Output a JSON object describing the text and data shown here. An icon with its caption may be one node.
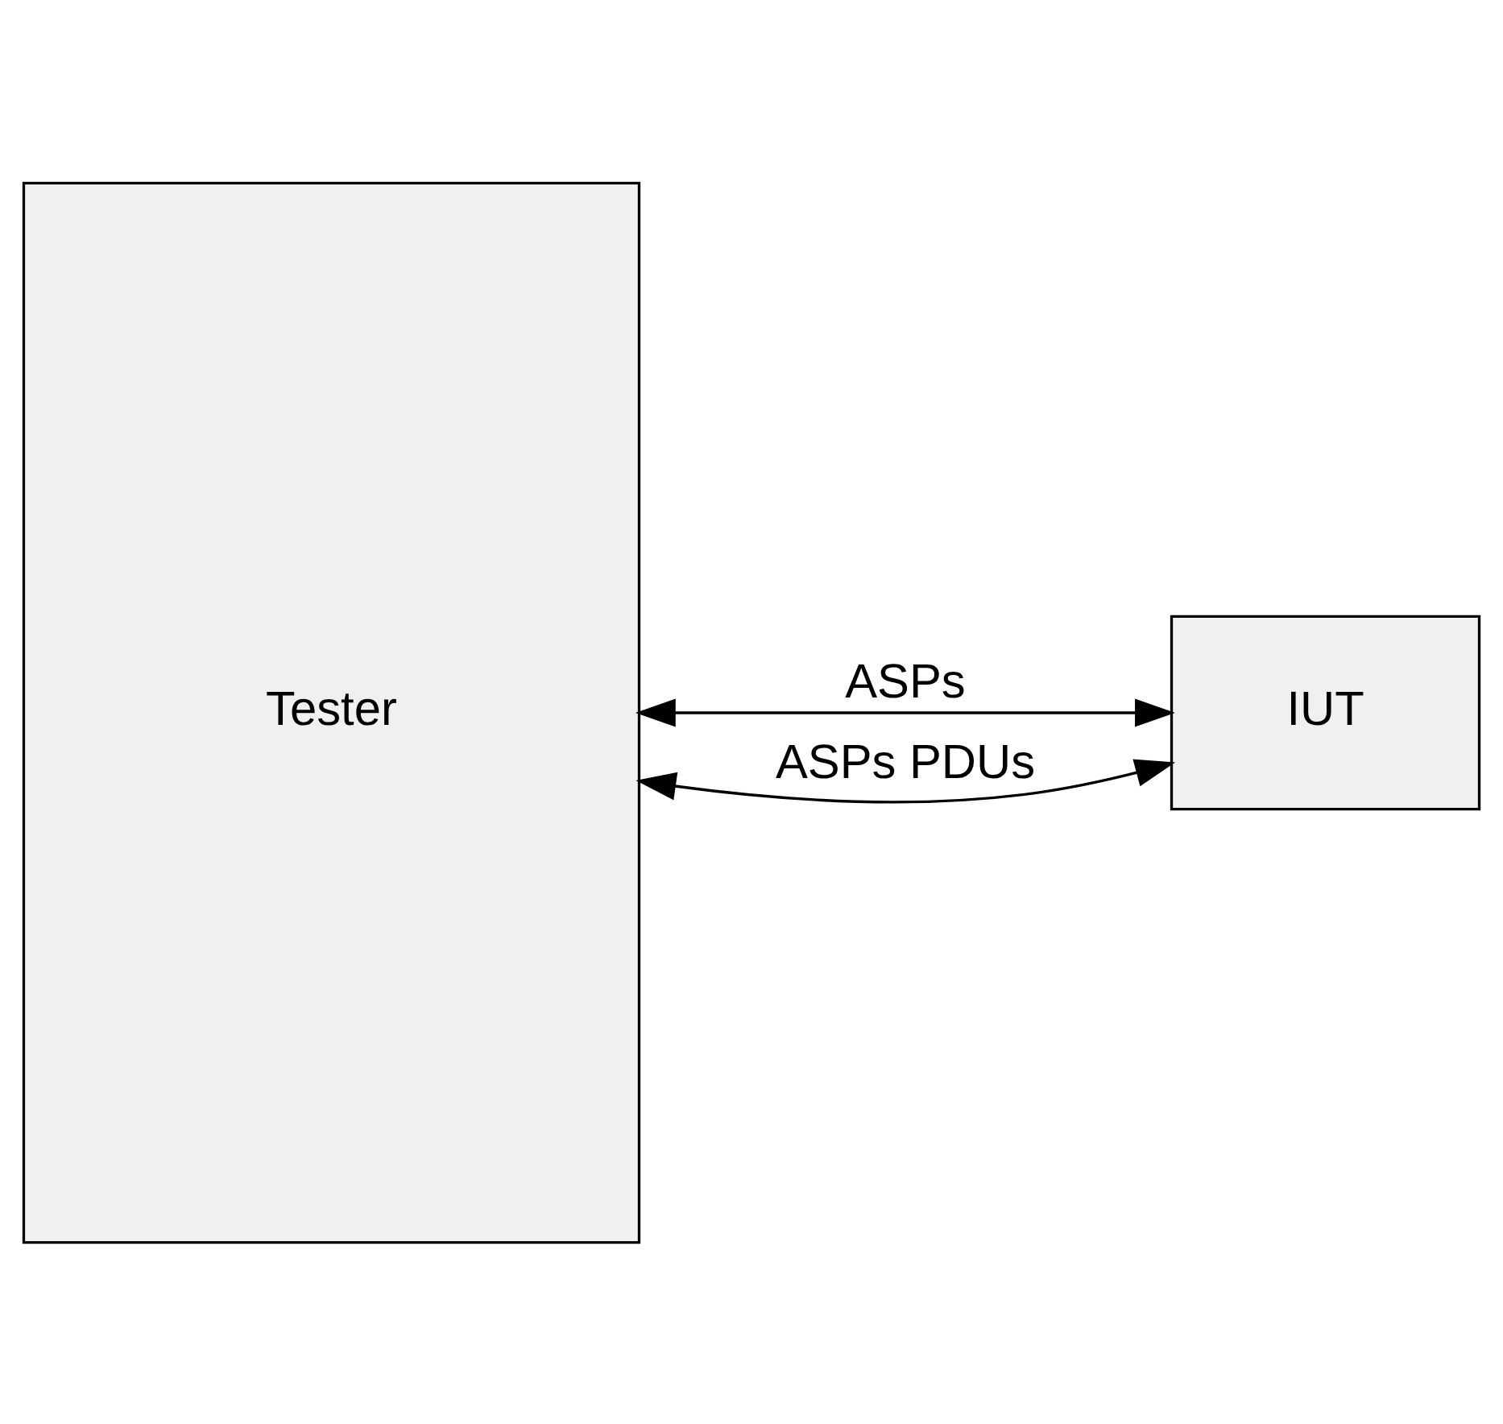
{
  "diagram": {
    "nodes": [
      {
        "text": [
          "Tester"
        ]
      },
      {
        "text": [
          "IUT"
        ]
      }
    ],
    "edges": [
      {
        "from": 0,
        "to": 1,
        "arrow": "both",
        "label": "ASPs"
      },
      {
        "from": 1,
        "to": 0,
        "arrow": "both",
        "label": "ASPs PDUs"
      }
    ]
  }
}
